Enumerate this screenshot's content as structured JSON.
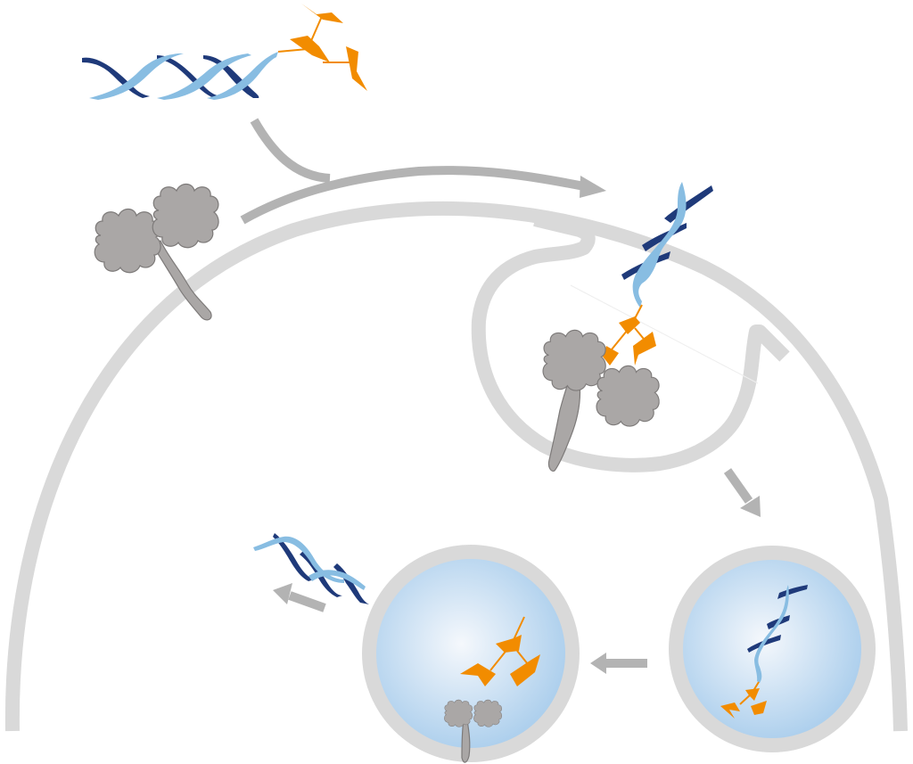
{
  "diagram": {
    "type": "cellular-uptake-pathway",
    "colors": {
      "membrane": "#d9d9d9",
      "arrow": "#b3b3b3",
      "dna_dark": "#1f3a7a",
      "dna_light": "#88bde2",
      "ligand": "#f28c00",
      "receptor_fill": "#aaa7a6",
      "receptor_stroke": "#7d7a79",
      "vesicle_ring": "#d9d9d9",
      "vesicle_inner_center": "#f5f8fc",
      "vesicle_inner_edge": "#a9cdec"
    },
    "elements": [
      {
        "name": "aptamer-drug-conjugate-free",
        "icon": "dna-helix-with-ligand"
      },
      {
        "name": "receptor-membrane",
        "icon": "receptor-protein"
      },
      {
        "name": "uptake-arrow",
        "icon": "arrow-right"
      },
      {
        "name": "cell-membrane",
        "icon": "membrane-arc"
      },
      {
        "name": "endocytic-pit",
        "icon": "membrane-invagination"
      },
      {
        "name": "bound-complex",
        "icon": "dna-ligand-receptor-complex"
      },
      {
        "name": "endosome",
        "icon": "vesicle"
      },
      {
        "name": "lysosome",
        "icon": "vesicle"
      },
      {
        "name": "released-dna",
        "icon": "dna-helix"
      }
    ]
  }
}
